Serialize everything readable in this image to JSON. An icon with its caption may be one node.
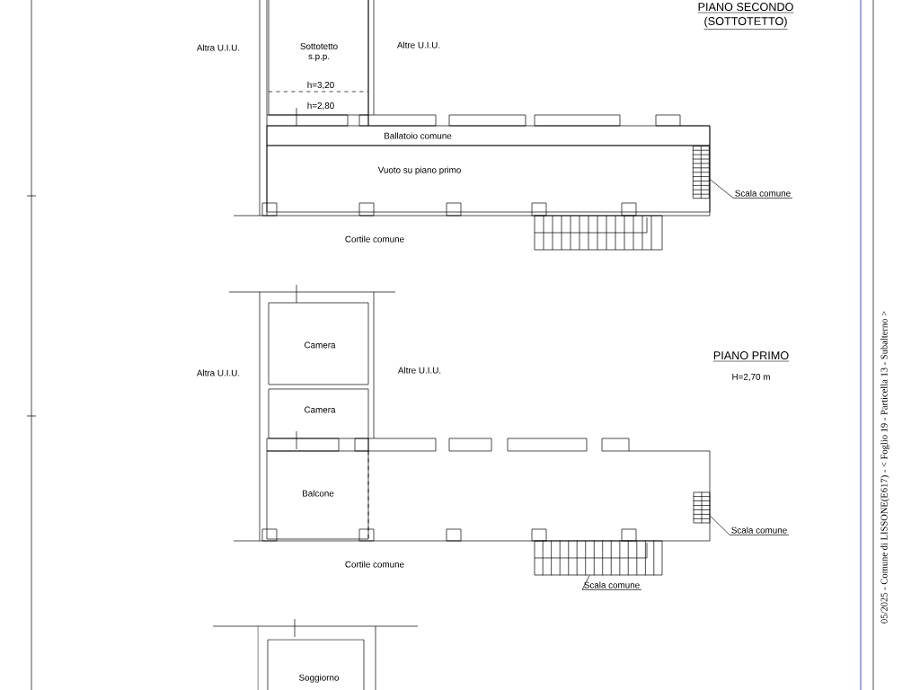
{
  "diagram": {
    "nodes": [
      {
        "text": [
          "Sottotetto s.p.p.",
          "h=3,20",
          "h=2,80"
        ]
      },
      {
        "text": [
          "Ballatoio comune"
        ]
      },
      {
        "text": [
          "Vuoto su piano primo"
        ]
      },
      {
        "text": [
          "Scala comune"
        ]
      },
      {
        "text": [],
        "shape": "stairs",
        "in": 2
      },
      {
        "text": [
          "Camera"
        ]
      },
      {
        "text": [
          "Camera"
        ]
      },
      {
        "text": [
          "Balcone"
        ]
      },
      {
        "text": [
          "Scala comune"
        ]
      },
      {
        "text": [],
        "shape": "stairs"
      },
      {
        "text": [
          "Scala comune"
        ]
      },
      {
        "text": [],
        "shape": "stairs"
      },
      {
        "text": [
          "Soggiorno"
        ]
      }
    ],
    "edges": [
      {
        "from": 3,
        "to": 4,
        "arrow": "none"
      },
      {
        "from": 8,
        "to": 9,
        "arrow": "none"
      },
      {
        "from": 10,
        "to": 11,
        "arrow": "none"
      }
    ],
    "labels": [
      "PIANO SECONDO",
      "(SOTTOTETTO)",
      "Altra U.I.U.",
      "Altre U.I.U.",
      "Cortile comune",
      "PIANO PRIMO",
      "H=2,70 m",
      "Altra U.I.U.",
      "Altre U.I.U.",
      "Cortile comune",
      "05/2025 - Comune di LISSONE(E617) - < Foglio 19 - Particella 13 - Subalterno >"
    ]
  }
}
